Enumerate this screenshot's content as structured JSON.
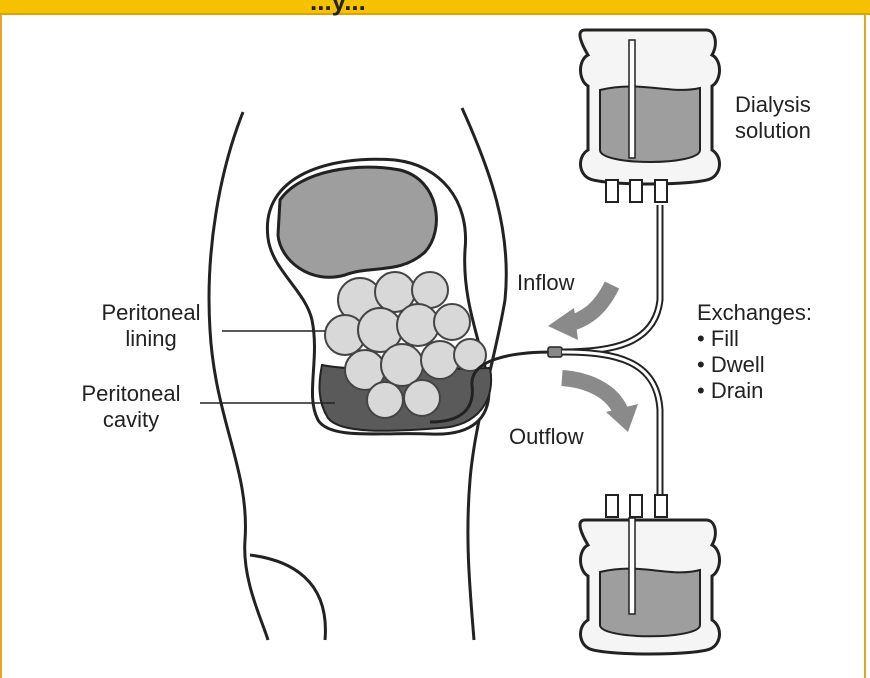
{
  "header": {
    "title": "...y..."
  },
  "labels": {
    "dialysis_solution_line1": "Dialysis",
    "dialysis_solution_line2": "solution",
    "inflow": "Inflow",
    "outflow": "Outflow",
    "peritoneal_lining_line1": "Peritoneal",
    "peritoneal_lining_line2": "lining",
    "peritoneal_cavity_line1": "Peritoneal",
    "peritoneal_cavity_line2": "cavity",
    "exchanges_heading": "Exchanges:"
  },
  "exchanges": [
    "Fill",
    "Dwell",
    "Drain"
  ],
  "colors": {
    "header_bar": "#f6c200",
    "frame": "#e8a321",
    "arrow": "#8a8a8a",
    "organ": "#9e9e9e",
    "cavity": "#5a5a5a"
  }
}
